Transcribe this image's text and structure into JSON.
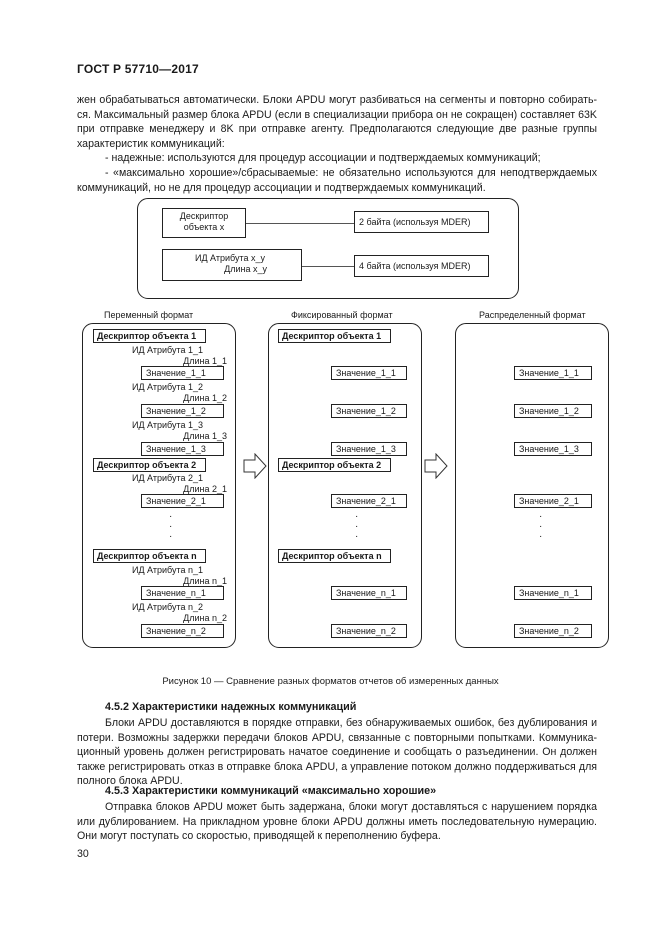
{
  "header": {
    "standard": "ГОСТ Р 57710—2017"
  },
  "intro": {
    "p1": "жен обрабатываться автоматически. Блоки APDU могут разбиваться на сегменты и повторно собирать-ся. Максимальный размер блока APDU (если в специализации прибора он не сокращен) составляет 63K при отправке менеджеру и 8K при отправке агенту. Предполагаются следующие две разные группы характеристик коммуникаций:",
    "li1": "- надежные: используются для процедур ассоциации и подтверждаемых коммуникаций;",
    "li2": "- «максимально хорошие»/сбрасываемые: не обязательно используются для неподтверждаемых коммуникаций, но не для процедур ассоциации и подтверждаемых коммуникаций."
  },
  "figure": {
    "top": {
      "desc_line1": "Дескриптор",
      "desc_line2": "объекта x",
      "desc_note": "2 байта (используя MDER)",
      "attr_line1": "ИД Атрибута x_y",
      "attr_line2": "Длина x_y",
      "attr_note": "4 байта (используя MDER)"
    },
    "columns": {
      "variable": "Переменный формат",
      "fixed": "Фиксированный формат",
      "distributed": "Распределенный формат"
    },
    "variable": {
      "d1": "Дескриптор объекта 1",
      "a11": "ИД Атрибута 1_1",
      "l11": "Длина 1_1",
      "v11": "Значение_1_1",
      "a12": "ИД Атрибута 1_2",
      "l12": "Длина 1_2",
      "v12": "Значение_1_2",
      "a13": "ИД Атрибута 1_3",
      "l13": "Длина 1_3",
      "v13": "Значение_1_3",
      "d2": "Дескриптор объекта 2",
      "a21": "ИД Атрибута 2_1",
      "l21": "Длина 2_1",
      "v21": "Значение_2_1",
      "dn": "Дескриптор объекта n",
      "an1": "ИД Атрибута n_1",
      "ln1": "Длина n_1",
      "vn1": "Значение_n_1",
      "an2": "ИД Атрибута n_2",
      "ln2": "Длина n_2",
      "vn2": "Значение_n_2"
    },
    "fixed": {
      "d1": "Дескриптор объекта 1",
      "v11": "Значение_1_1",
      "v12": "Значение_1_2",
      "v13": "Значение_1_3",
      "d2": "Дескриптор объекта 2",
      "v21": "Значение_2_1",
      "dn": "Дескриптор объекта n",
      "vn1": "Значение_n_1",
      "vn2": "Значение_n_2"
    },
    "distributed": {
      "v11": "Значение_1_1",
      "v12": "Значение_1_2",
      "v13": "Значение_1_3",
      "v21": "Значение_2_1",
      "vn1": "Значение_n_1",
      "vn2": "Значение_n_2"
    },
    "caption": "Рисунок 10 — Сравнение разных форматов отчетов об измеренных данных"
  },
  "s452": {
    "title": "4.5.2 Характеристики надежных коммуникаций",
    "body": "Блоки APDU доставляются в порядке отправки, без обнаруживаемых ошибок, без дублирования и потери. Возможны задержки передачи блоков APDU, связанные с повторными попытками. Коммуника-ционный уровень должен регистрировать начатое соединение и сообщать о разъединении. Он должен также регистрировать отказ в отправке блока APDU, а управление потоком должно поддерживаться для полного блока APDU."
  },
  "s453": {
    "title": "4.5.3 Характеристики коммуникаций «максимально хорошие»",
    "body": "Отправка блоков APDU может быть задержана, блоки могут доставляться с нарушением порядка или дублированием. На прикладном уровне блоки APDU должны иметь последовательную нумерацию. Они могут поступать со скоростью, приводящей к переполнению буфера."
  },
  "page_number": "30"
}
